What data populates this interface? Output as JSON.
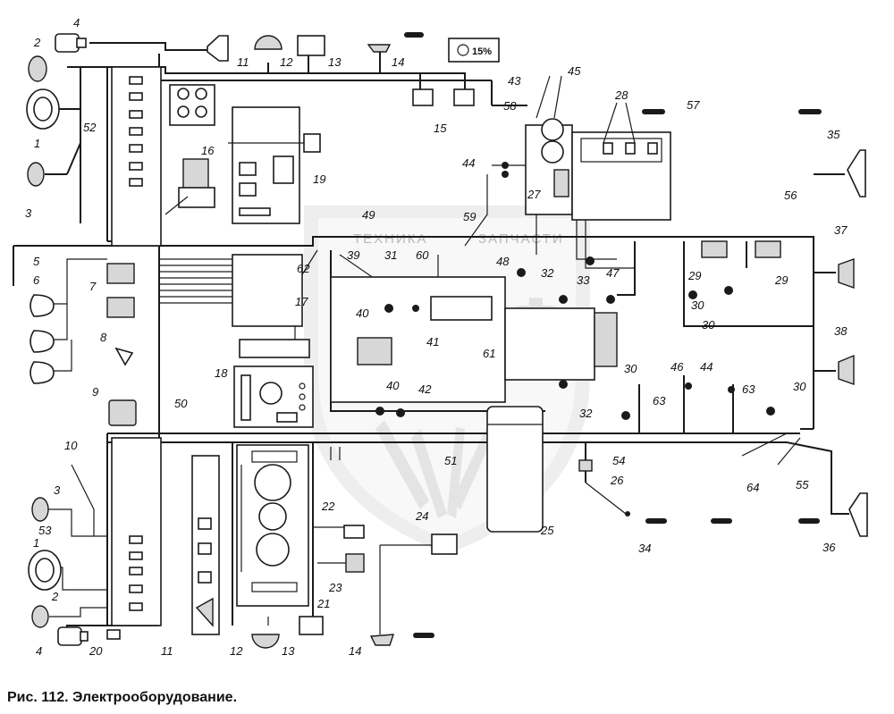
{
  "caption": "Рис. 112. Электрооборудование.",
  "watermark": {
    "left": "ТЕХНИКА",
    "right": "ЗАПЧАСТИ",
    "mark": "ЭПФ"
  },
  "indicator_text": "15%",
  "colors": {
    "line": "#1a1a1a",
    "watermark": "#cfcfcf",
    "background": "#ffffff"
  },
  "labels": [
    "1",
    "1",
    "2",
    "2",
    "3",
    "3",
    "4",
    "4",
    "5",
    "6",
    "7",
    "8",
    "9",
    "10",
    "11",
    "11",
    "12",
    "12",
    "13",
    "13",
    "14",
    "14",
    "15",
    "16",
    "17",
    "18",
    "19",
    "20",
    "21",
    "22",
    "23",
    "24",
    "25",
    "26",
    "27",
    "28",
    "29",
    "29",
    "30",
    "30",
    "30",
    "30",
    "31",
    "32",
    "32",
    "33",
    "34",
    "35",
    "36",
    "37",
    "38",
    "39",
    "40",
    "40",
    "41",
    "42",
    "43",
    "44",
    "44",
    "45",
    "46",
    "47",
    "48",
    "49",
    "50",
    "51",
    "52",
    "53",
    "54",
    "55",
    "56",
    "57",
    "58",
    "59",
    "60",
    "61",
    "62",
    "63",
    "63",
    "64"
  ]
}
